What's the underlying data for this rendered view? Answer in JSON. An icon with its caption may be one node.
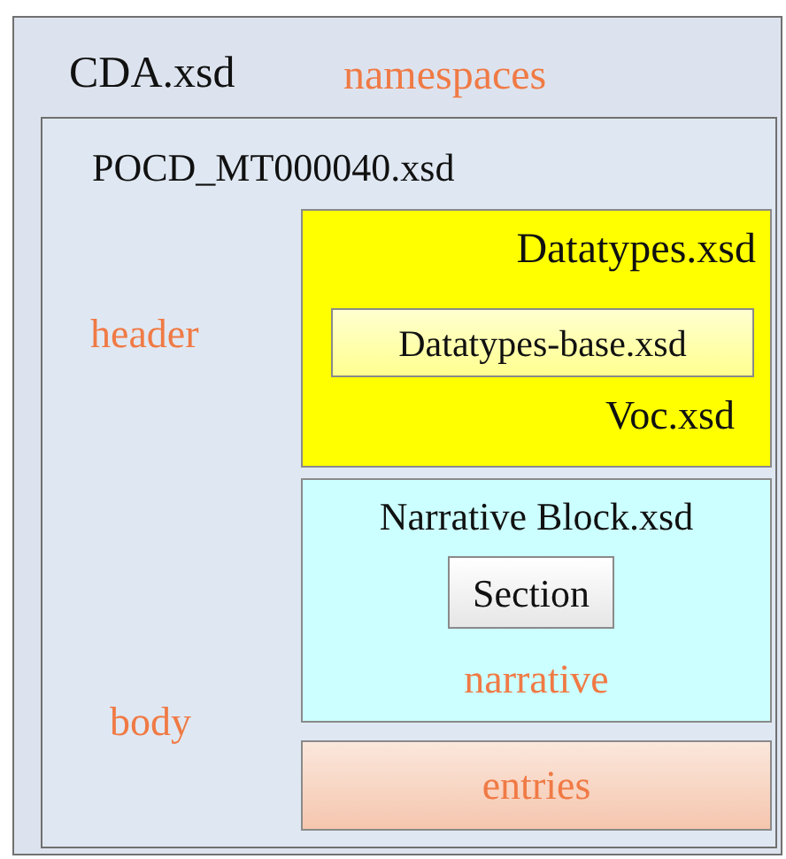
{
  "diagram": {
    "nodes": [
      {
        "text": [
          "CDA.xsd",
          "namespaces"
        ]
      },
      {
        "text": [
          "POCD_MT000040.xsd",
          "header",
          "body"
        ],
        "in": 0
      },
      {
        "text": [
          "Datatypes.xsd",
          "Voc.xsd"
        ],
        "in": 1
      },
      {
        "text": [
          "Datatypes-base.xsd"
        ],
        "in": 2
      },
      {
        "text": [
          "Narrative Block.xsd",
          "narrative"
        ],
        "in": 1
      },
      {
        "text": [
          "Section"
        ],
        "in": 4
      },
      {
        "text": [
          "entries"
        ],
        "in": 1
      }
    ]
  }
}
